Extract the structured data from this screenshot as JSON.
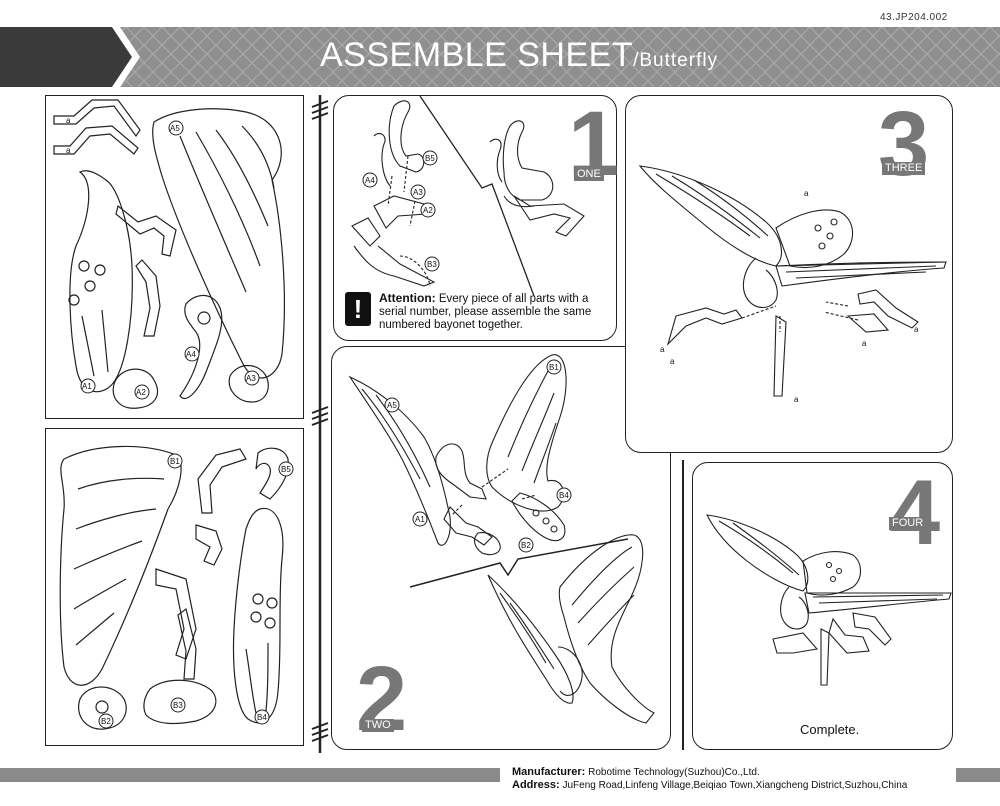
{
  "code": "43.JP204.002",
  "header": {
    "title": "ASSEMBLE  SHEET",
    "subtitle": "/Butterfly"
  },
  "colors": {
    "banner_dark": "#3a3a3a",
    "banner_light": "#8f8f8f",
    "step_number": "#777777"
  },
  "sheets": {
    "a_labels": [
      "A5",
      "A1",
      "A2",
      "A4",
      "A3"
    ],
    "b_labels": [
      "B1",
      "B5",
      "B3",
      "B2",
      "B4"
    ],
    "tab_mark": "a"
  },
  "steps": [
    {
      "number": "1",
      "label": "ONE",
      "labels": [
        "B5",
        "A4",
        "A3",
        "A2",
        "B3"
      ]
    },
    {
      "number": "2",
      "label": "TWO",
      "labels": [
        "B1",
        "A5",
        "A1",
        "B4",
        "B2"
      ]
    },
    {
      "number": "3",
      "label": "THREE",
      "labels": [
        "a",
        "a",
        "a",
        "a",
        "a",
        "a"
      ]
    },
    {
      "number": "4",
      "label": "FOUR"
    }
  ],
  "attention": {
    "icon": "warning-exclamation-icon",
    "title": "Attention:",
    "text": " Every piece of all parts with a serial number, please assemble the same numbered bayonet together."
  },
  "complete": "Complete.",
  "footer": {
    "manufacturer_label": "Manufacturer:",
    "manufacturer": " Robotime Technology(Suzhou)Co.,Ltd.",
    "address_label": "Address:",
    "address": " JuFeng Road,Linfeng Village,Beiqiao Town,Xiangcheng District,Suzhou,China"
  }
}
